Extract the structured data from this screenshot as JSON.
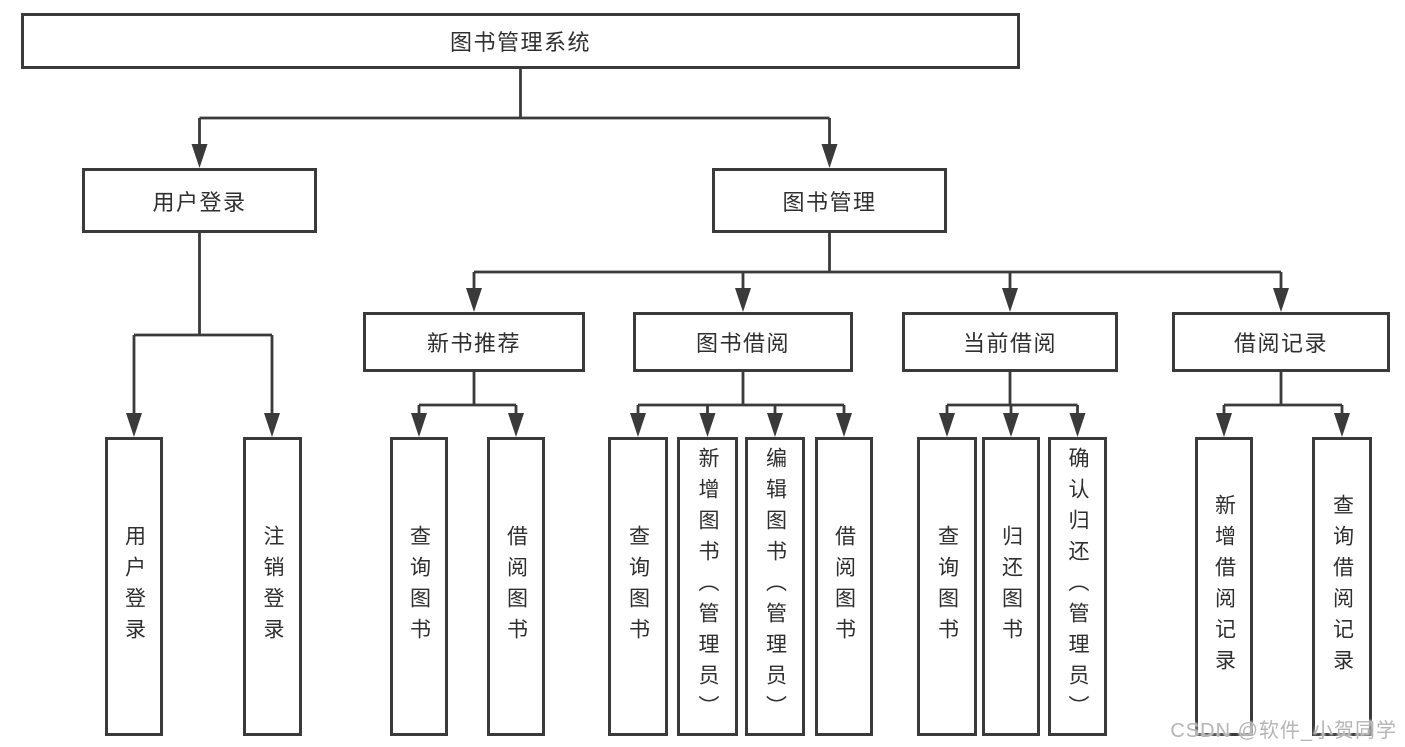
{
  "diagram": {
    "root": {
      "label": "图书管理系统"
    },
    "level2": [
      {
        "label": "用户登录",
        "children": [
          {
            "label": "用户登录"
          },
          {
            "label": "注销登录"
          }
        ]
      },
      {
        "label": "图书管理",
        "children": [
          {
            "label": "新书推荐",
            "children": [
              {
                "label": "查询图书"
              },
              {
                "label": "借阅图书"
              }
            ]
          },
          {
            "label": "图书借阅",
            "children": [
              {
                "label": "查询图书"
              },
              {
                "label": "新增图书（管理员）"
              },
              {
                "label": "编辑图书（管理员）"
              },
              {
                "label": "借阅图书"
              }
            ]
          },
          {
            "label": "当前借阅",
            "children": [
              {
                "label": "查询图书"
              },
              {
                "label": "归还图书"
              },
              {
                "label": "确认归还（管理员）"
              }
            ]
          },
          {
            "label": "借阅记录",
            "children": [
              {
                "label": "新增借阅记录"
              },
              {
                "label": "查询借阅记录"
              }
            ]
          }
        ]
      }
    ]
  },
  "watermark": {
    "text": "CSDN @软件_小贺同学"
  },
  "colors": {
    "line": "#3a3a3a",
    "box_border": "#3a3a3a",
    "text": "#2f2f2f",
    "watermark": "#b5b5b5",
    "background": "#ffffff"
  }
}
